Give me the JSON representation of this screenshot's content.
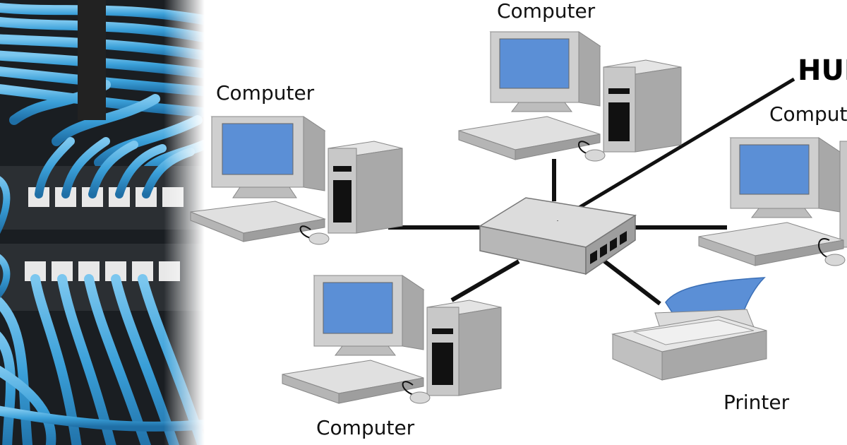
{
  "diagram": {
    "hub_label": "HUB",
    "computers": [
      {
        "label": "Computer"
      },
      {
        "label": "Computer"
      },
      {
        "label": "Computer"
      },
      {
        "label": "Computer"
      }
    ],
    "printer": {
      "label": "Printer"
    }
  },
  "colors": {
    "cable_blue": "#3fa5dc",
    "screen_blue": "#5b8fd6",
    "device_gray": "#c9c9c9",
    "link_black": "#111111"
  }
}
